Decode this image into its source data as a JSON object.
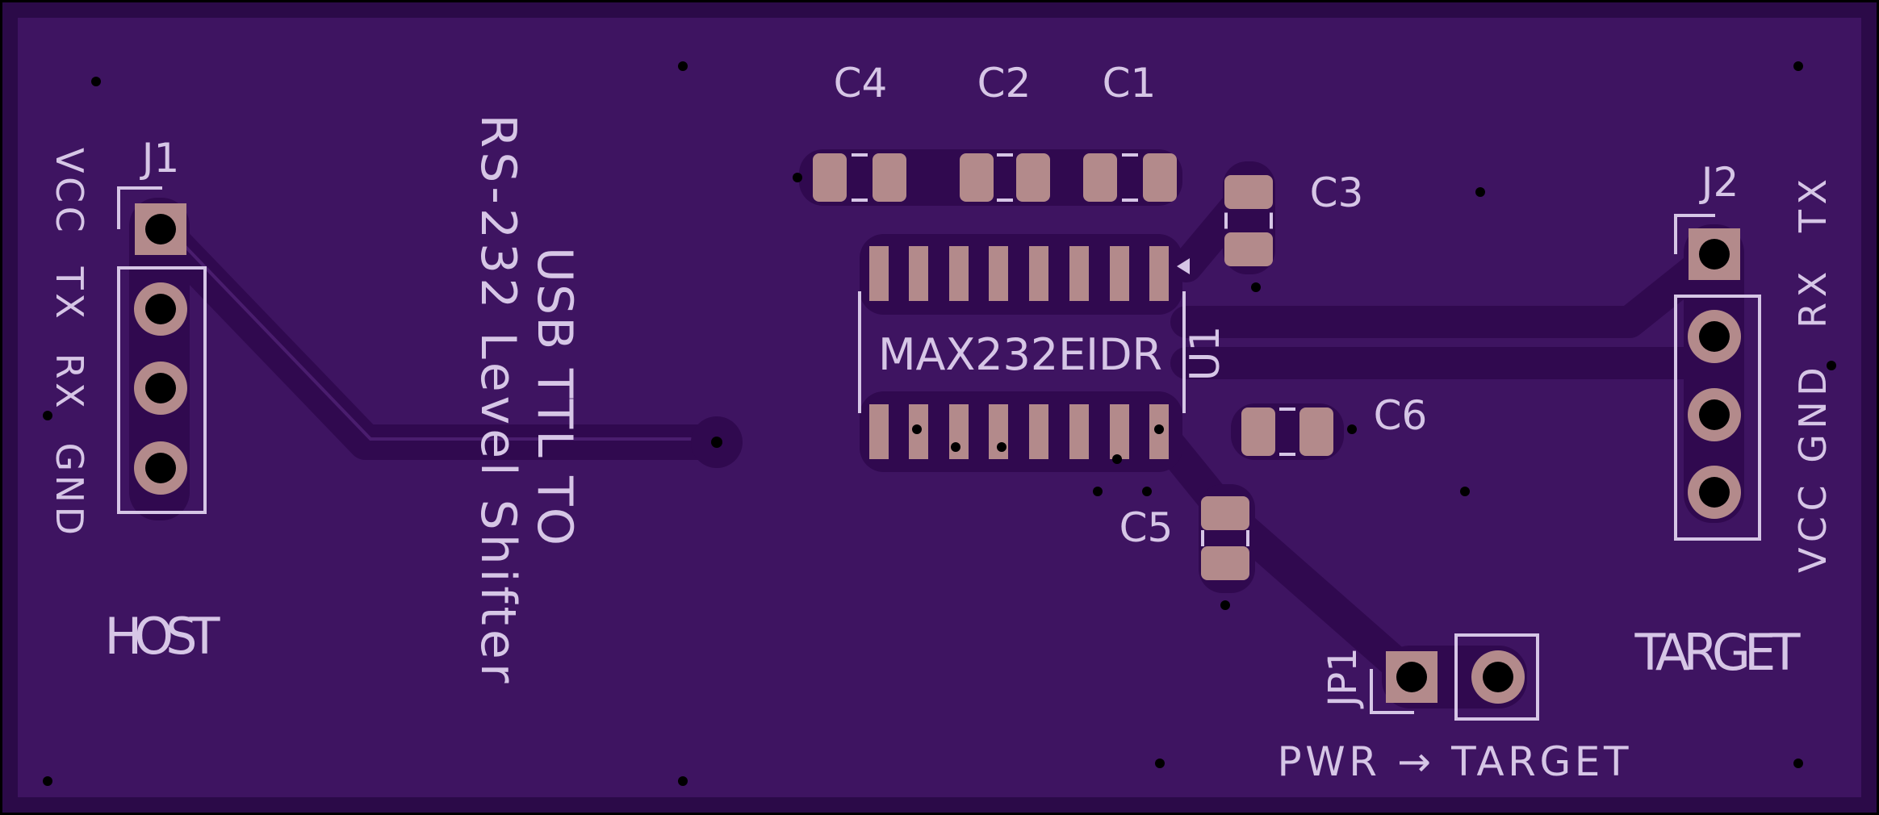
{
  "board": {
    "title_line1": "USB TTL TO",
    "title_line2": "RS-232 Level Shifter",
    "colors": {
      "board": "#3e1461",
      "frame": "#2b0a48",
      "copper": "#b38a8b",
      "silkscreen": "#d6c6e6",
      "trace": "#30094f"
    }
  },
  "host": {
    "ref": "J1",
    "pins_label": "VCC  TX  RX  GND",
    "name": "HOST"
  },
  "target": {
    "ref": "J2",
    "pins_label": "VCC GND  RX  TX",
    "name": "TARGET"
  },
  "ic": {
    "ref": "U1",
    "value": "MAX232EIDR"
  },
  "capacitors": {
    "c1": "C1",
    "c2": "C2",
    "c3": "C3",
    "c4": "C4",
    "c5": "C5",
    "c6": "C6"
  },
  "jumper": {
    "ref": "JP1",
    "caption": "PWR → TARGET"
  }
}
